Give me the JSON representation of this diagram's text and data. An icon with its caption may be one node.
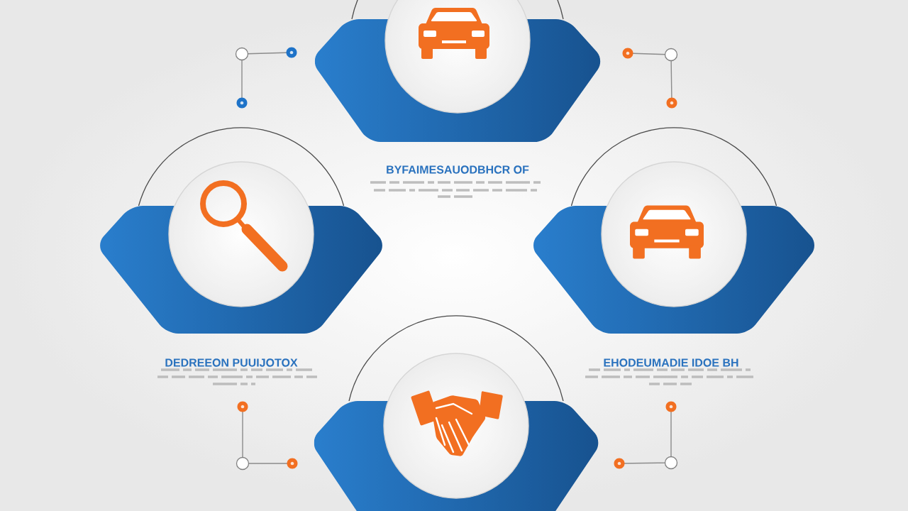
{
  "diagram": {
    "nodes": [
      {
        "text": [
          "BYFAIMESAUODBHCR OF"
        ]
      },
      {
        "text": [
          "DEDREEON PUUIJOTOX"
        ]
      },
      {
        "text": [
          "EHODEUMADIE IDOE BH"
        ]
      },
      {
        "text": [],
        "shape": "hexagon"
      }
    ]
  }
}
